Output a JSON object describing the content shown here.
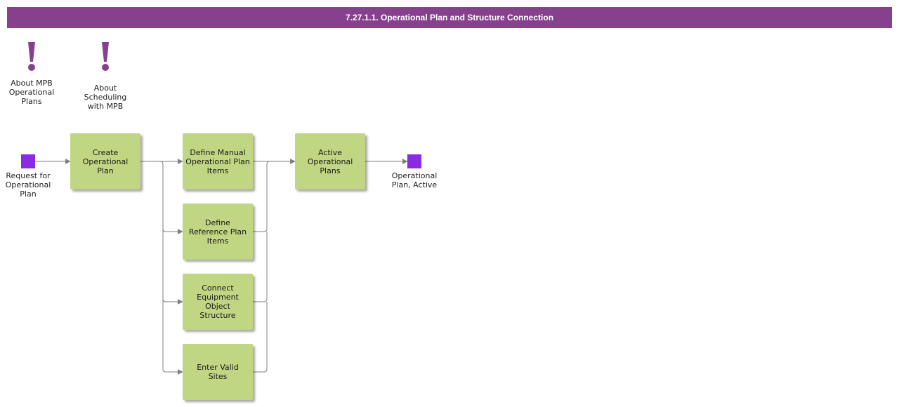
{
  "title": "7.27.1.1. Operational Plan and Structure Connection",
  "colors": {
    "title_bar": "#86408e",
    "task_fill": "#c0d683",
    "event_fill": "#8a2be2",
    "connector": "#7f7f7f"
  },
  "notes": [
    {
      "icon": "exclamation-icon",
      "label": "About MPB Operational Plans"
    },
    {
      "icon": "exclamation-icon",
      "label": "About Scheduling with MPB"
    }
  ],
  "start_event": {
    "label": "Request for Operational Plan"
  },
  "end_event": {
    "label": "Operational Plan, Active"
  },
  "tasks": {
    "create": "Create Operational Plan",
    "manual": "Define Manual Operational Plan Items",
    "reference": "Define Reference Plan Items",
    "connect": "Connect Equipment Object Structure",
    "sites": "Enter Valid Sites",
    "active": "Active Operational Plans"
  }
}
